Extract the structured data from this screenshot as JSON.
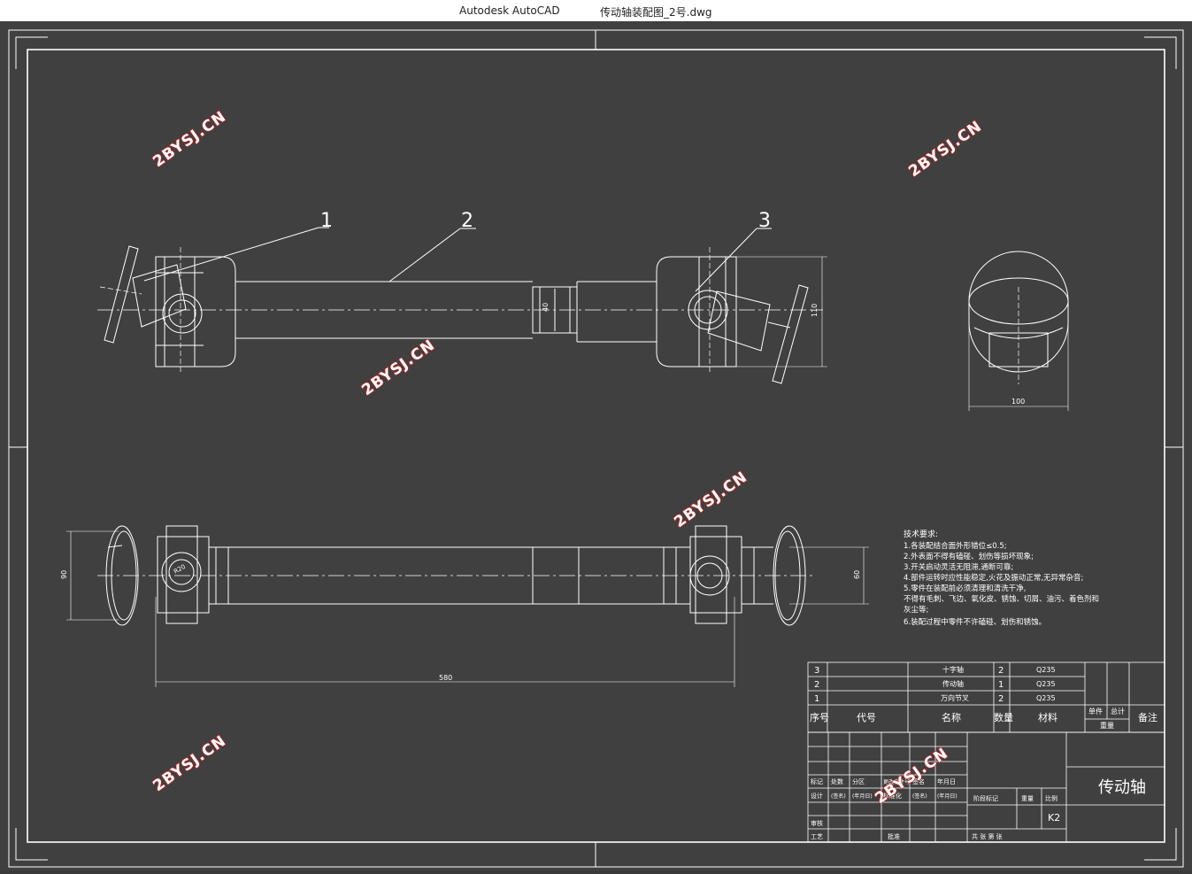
{
  "window": {
    "app_title": "Autodesk AutoCAD",
    "document_title": "传动轴装配图_2号.dwg"
  },
  "colors": {
    "background": "#404040",
    "lines": "#ffffff",
    "watermark_fill": "#ffffff",
    "watermark_outline": "#d42020"
  },
  "watermark": {
    "text": "2BYSJ.CN"
  },
  "balloons": {
    "b1": "1",
    "b2": "2",
    "b3": "3"
  },
  "dimensions": {
    "shaft_dia": "40",
    "flange_height": "110",
    "end_view_width": "100",
    "left_height": "90",
    "right_height": "60",
    "overall_length": "580",
    "yoke_mark": "R20"
  },
  "tech_requirements": {
    "heading": "技术要求:",
    "lines": [
      "1.各装配结合面外形错位≤0.5;",
      "2.外表面不得有磕碰、划伤等损坏现象;",
      "3.开关启动灵活无阻滞,通断可靠;",
      "4.部件运转时应性能稳定,火花及振动正常,无异常杂音;",
      "5.零件在装配前必须清理和清洗干净,",
      "不得有毛刺、飞边、氧化皮、锈蚀、切屑、油污、着色剂和",
      "灰尘等;",
      "6.装配过程中零件不许磕碰、划伤和锈蚀。"
    ]
  },
  "parts_list": {
    "rows": [
      {
        "no": "3",
        "code": "",
        "name": "十字轴",
        "qty": "2",
        "material": "Q235"
      },
      {
        "no": "2",
        "code": "",
        "name": "传动轴",
        "qty": "1",
        "material": "Q235"
      },
      {
        "no": "1",
        "code": "",
        "name": "万向节叉",
        "qty": "2",
        "material": "Q235"
      }
    ],
    "headers": {
      "no": "序号",
      "code": "代号",
      "name": "名称",
      "qty": "数量",
      "material": "材料",
      "single": "单件",
      "total": "总计",
      "weight": "重量",
      "remark": "备注"
    }
  },
  "title_block": {
    "drawing_name": "传动轴",
    "sheet_no": "K2",
    "labels": {
      "mark": "标记",
      "count": "处数",
      "zone": "分区",
      "change_doc": "更改文件号",
      "signature": "签名",
      "date": "年月日",
      "design": "设计",
      "sign1": "(签名)",
      "date1": "(年月日)",
      "std": "标准化",
      "sign2": "(签名)",
      "date2": "(年月日)",
      "review": "审核",
      "process": "工艺",
      "approve": "批准",
      "stage_mark": "阶段标记",
      "weight": "重量",
      "scale": "比例",
      "total_sheets": "共 张 第 张"
    }
  }
}
